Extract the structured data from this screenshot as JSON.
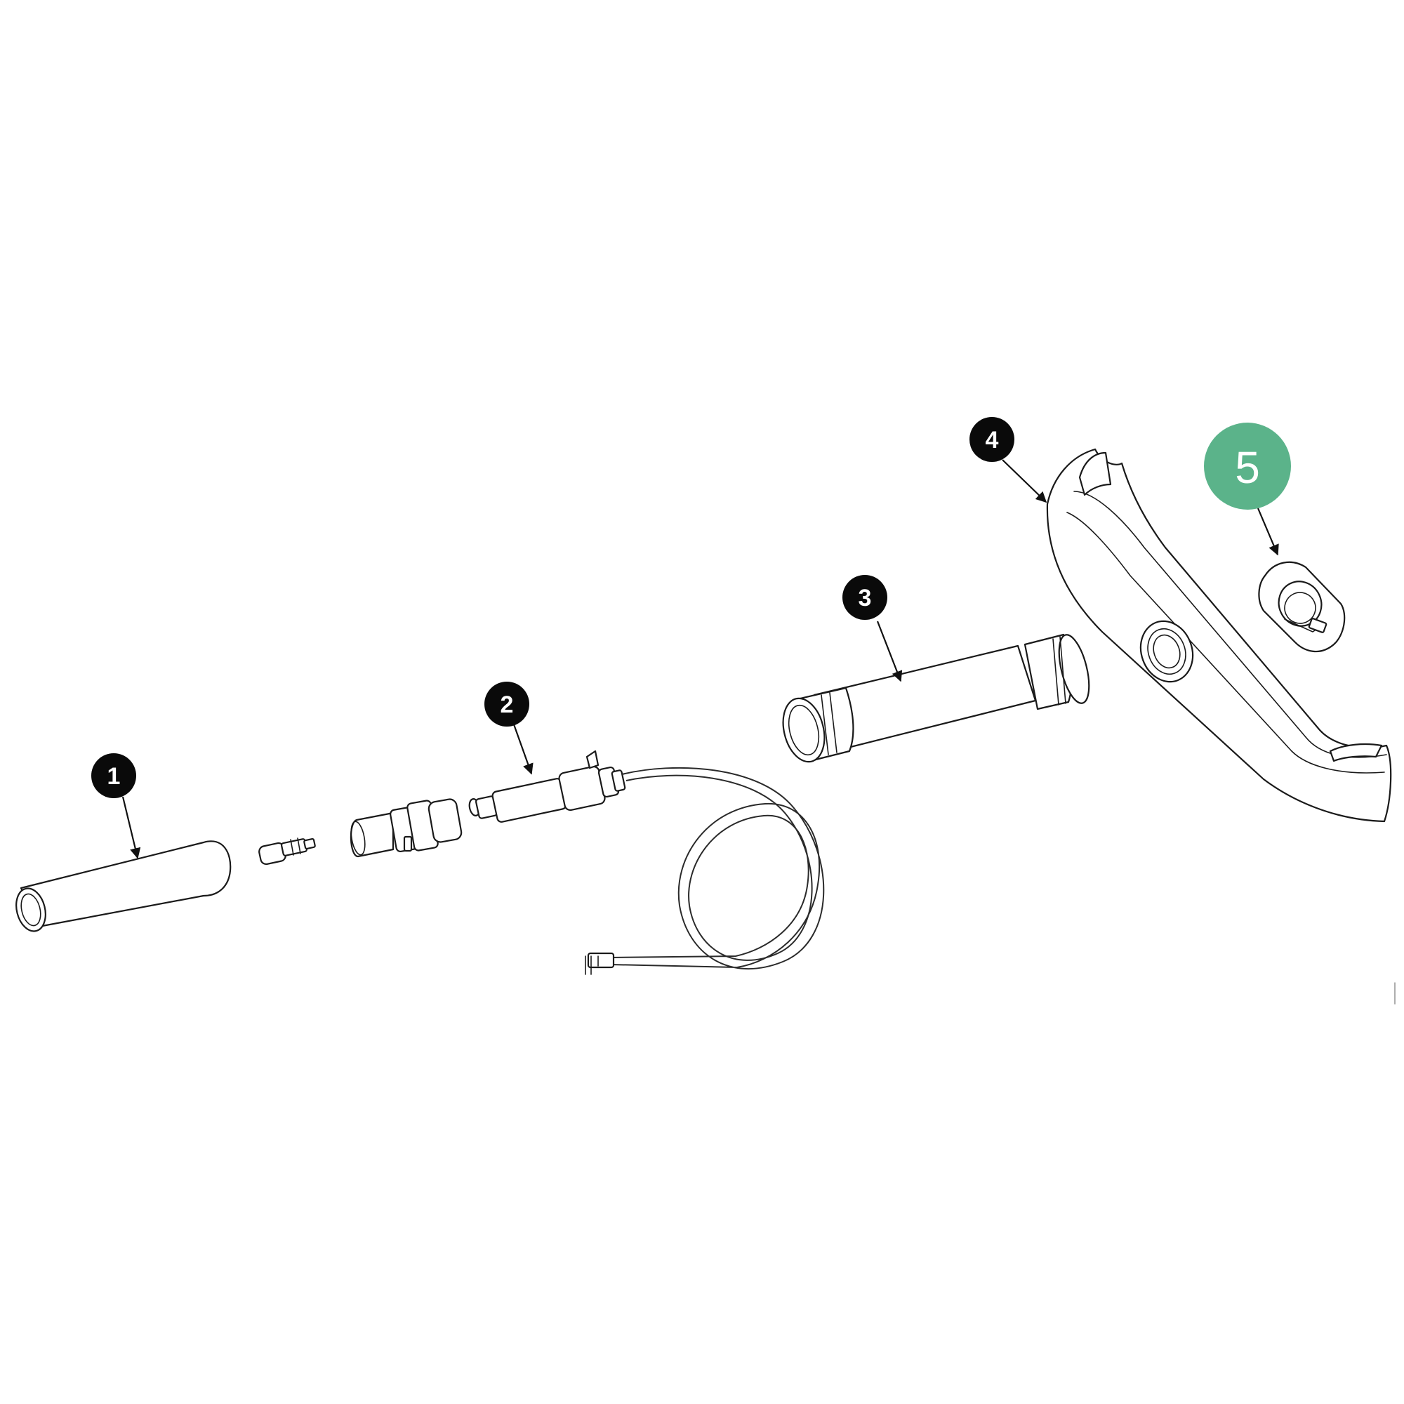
{
  "colors": {
    "callout_default": "#0a0a0a",
    "callout_highlight": "#5bb38a",
    "callout_text": "#ffffff",
    "line": "#1a1a1a"
  },
  "callouts": [
    {
      "number": "1",
      "highlighted": false
    },
    {
      "number": "2",
      "highlighted": false
    },
    {
      "number": "3",
      "highlighted": false
    },
    {
      "number": "4",
      "highlighted": false
    },
    {
      "number": "5",
      "highlighted": true
    }
  ]
}
